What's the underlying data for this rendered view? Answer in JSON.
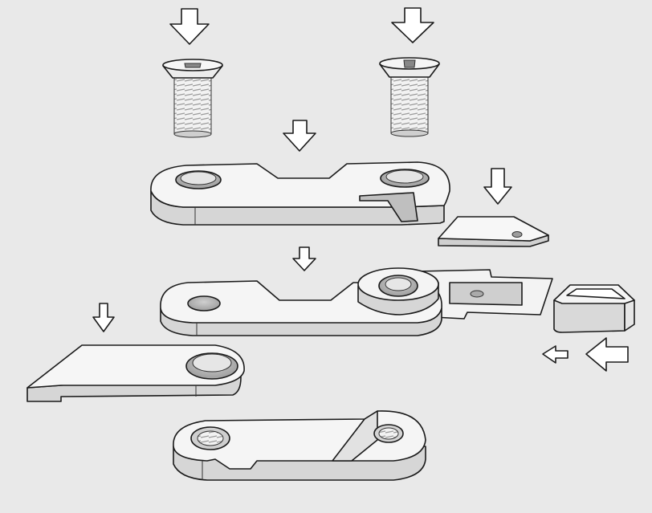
{
  "diagram": {
    "type": "exploded-assembly",
    "colors": {
      "background": "#e9e9e9",
      "part_top": "#f5f5f5",
      "part_side": "#d6d6d6",
      "part_shadow": "#bdbdbd",
      "arrow_fill": "#ffffff",
      "outline": "#1a1a1a"
    },
    "parts": [
      {
        "name": "screw-left"
      },
      {
        "name": "screw-right"
      },
      {
        "name": "top-plate"
      },
      {
        "name": "small-tab-plate"
      },
      {
        "name": "middle-lever-plate"
      },
      {
        "name": "slider-block"
      },
      {
        "name": "lower-arm-plate"
      },
      {
        "name": "bottom-plate"
      }
    ],
    "arrows": [
      {
        "direction": "down",
        "target": "screw-left"
      },
      {
        "direction": "down",
        "target": "screw-right"
      },
      {
        "direction": "down",
        "target": "top-plate"
      },
      {
        "direction": "down",
        "target": "small-tab-plate"
      },
      {
        "direction": "down",
        "target": "middle-lever-plate"
      },
      {
        "direction": "down",
        "target": "lower-arm-plate"
      },
      {
        "direction": "left",
        "target": "slider-block"
      },
      {
        "direction": "left",
        "target": "slider-block"
      }
    ]
  }
}
